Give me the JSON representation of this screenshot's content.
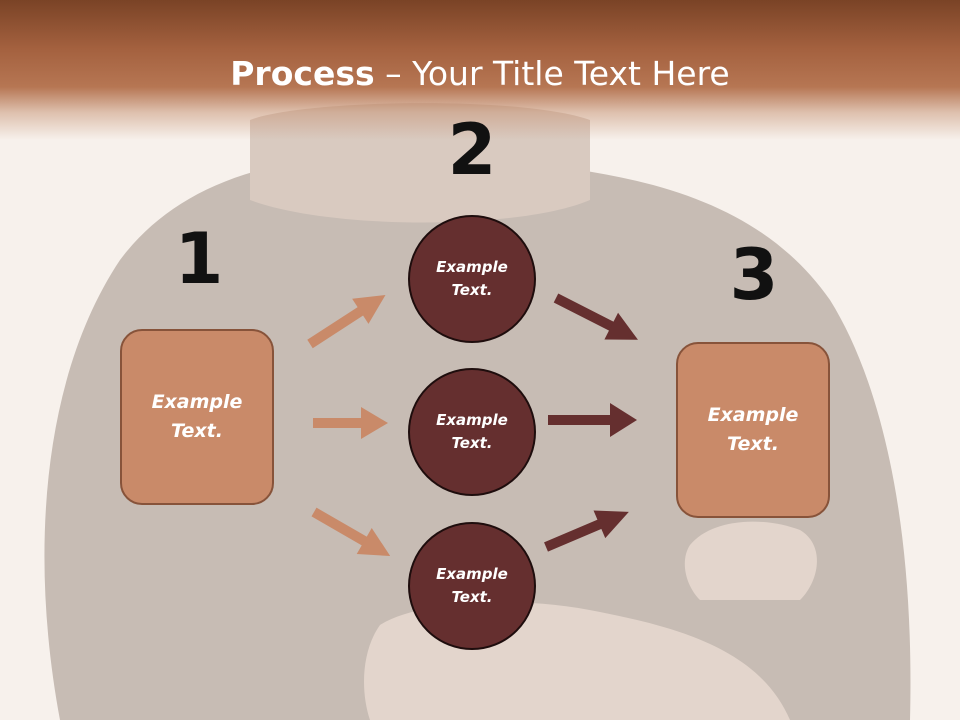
{
  "title": {
    "bold": "Process",
    "rest": " – Your Title Text Here"
  },
  "steps": [
    {
      "number": "1",
      "text": "Example Text."
    },
    {
      "number": "2",
      "circles": [
        "Example Text.",
        "Example Text.",
        "Example Text."
      ]
    },
    {
      "number": "3",
      "text": "Example Text."
    }
  ],
  "colors": {
    "header": "#a4613f",
    "box_fill": "#c98a69",
    "box_border": "#87533a",
    "circle_fill": "#652f2f",
    "arrow_light": "#c98a69",
    "arrow_dark": "#652f2f"
  }
}
